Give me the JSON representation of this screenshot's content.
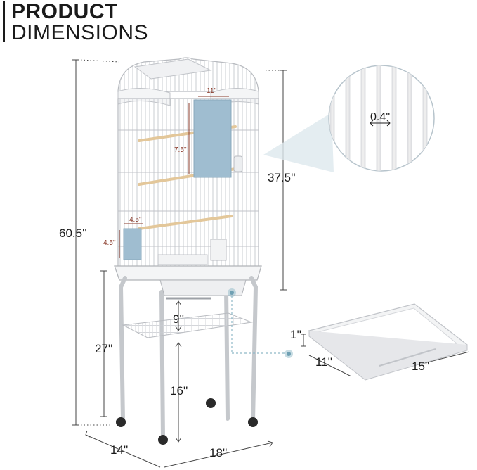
{
  "header": {
    "line1": "PRODUCT",
    "line2": "DIMENSIONS"
  },
  "dimensions": {
    "total_height": "60.5''",
    "cage_height": "37.5''",
    "stand_height": "27''",
    "shelf_gap": "9''",
    "lower_height": "16''",
    "depth": "14''",
    "width": "18''",
    "door_width": "11''",
    "door_height": "7.5''",
    "small_door_width": "4.5''",
    "small_door_height": "4.5''",
    "bar_spacing": "0.4''",
    "tray_height": "1''",
    "tray_depth": "11''",
    "tray_width": "15''"
  },
  "colors": {
    "text": "#1a1a1a",
    "line": "#333333",
    "accent_red": "#8a3a2a",
    "door_blue": "#9fbdd0",
    "perch": "#e3c79a",
    "callout_teal": "#8fb9c8",
    "cage_wire": "#c9ccd1"
  }
}
